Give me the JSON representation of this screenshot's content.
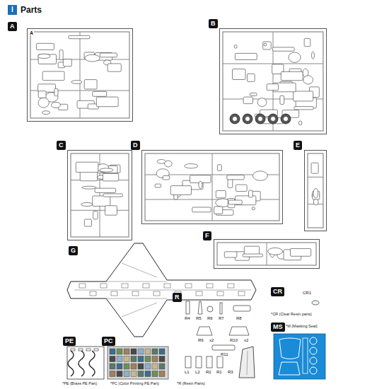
{
  "diagram": {
    "title": "Parts",
    "nodes": [
      {
        "text": [
          "A",
          "A"
        ]
      },
      {
        "text": [
          "B"
        ]
      },
      {
        "text": [
          "C"
        ]
      },
      {
        "text": [
          "D"
        ]
      },
      {
        "text": [
          "E"
        ]
      },
      {
        "text": [
          "F"
        ]
      },
      {
        "text": [
          "G"
        ]
      },
      {
        "text": [
          "R"
        ]
      },
      {
        "text": [
          "CR"
        ]
      },
      {
        "text": [
          "MS"
        ]
      },
      {
        "text": [
          "PE"
        ]
      },
      {
        "text": [
          "PC"
        ]
      }
    ],
    "labels": [
      "I",
      "CR1",
      "*CR (Clear Resin parts)",
      "*M (Masking Seal)",
      "R4",
      "R5",
      "R6",
      "R7",
      "R8",
      "R9",
      "x2",
      "R10",
      "x2",
      "R11",
      "L1",
      "L2",
      "R2",
      "R1",
      "R3",
      "*R (Resin Parts)",
      "*PE (Brass PE Part)",
      "*PC (Color Printing PE Part)"
    ]
  }
}
